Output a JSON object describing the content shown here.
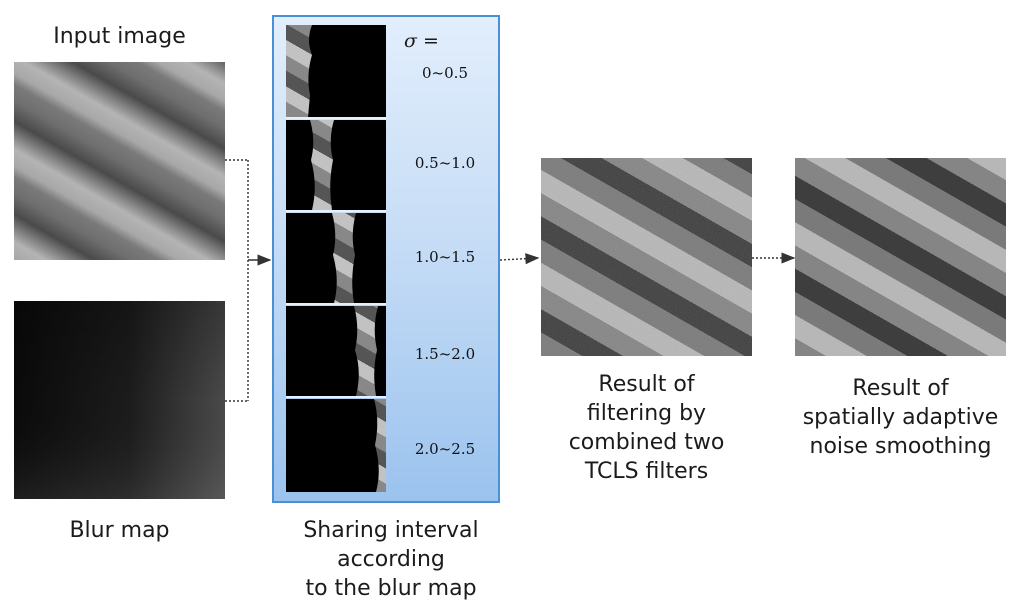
{
  "labels": {
    "input_image": "Input image",
    "blur_map": "Blur map",
    "sharing_line1": "Sharing interval according",
    "sharing_line2": "to the blur map",
    "filtering_line1": "Result of",
    "filtering_line2": "filtering by",
    "filtering_line3": "combined two",
    "filtering_line4": "TCLS filters",
    "smoothing_line1": "Result of",
    "smoothing_line2": "spatially adaptive",
    "smoothing_line3": "noise smoothing"
  },
  "sigma_label": "σ =",
  "intervals": [
    "0~0.5",
    "0.5~1.0",
    "1.0~1.5",
    "1.5~2.0",
    "2.0~2.5"
  ],
  "colors": {
    "panel_border": "#4b8fd6",
    "panel_top": "#e2eefc",
    "panel_bottom": "#9bc3ee"
  }
}
